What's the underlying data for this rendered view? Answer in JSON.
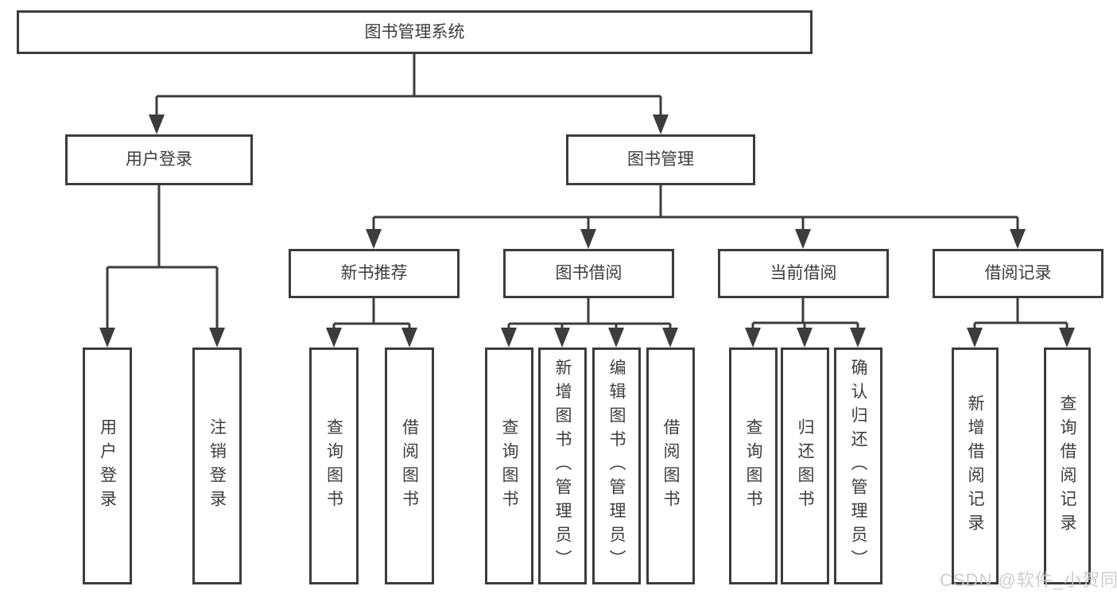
{
  "diagram_type": "functional-structure-tree",
  "tree": {
    "label": "图书管理系统",
    "children": [
      {
        "label": "用户登录",
        "children": [
          {
            "label": "用户登录"
          },
          {
            "label": "注销登录"
          }
        ]
      },
      {
        "label": "图书管理",
        "children": [
          {
            "label": "新书推荐",
            "children": [
              {
                "label": "查询图书"
              },
              {
                "label": "借阅图书"
              }
            ]
          },
          {
            "label": "图书借阅",
            "children": [
              {
                "label": "查询图书"
              },
              {
                "label": "新增图书（管理员）"
              },
              {
                "label": "编辑图书（管理员）"
              },
              {
                "label": "借阅图书"
              }
            ]
          },
          {
            "label": "当前借阅",
            "children": [
              {
                "label": "查询图书"
              },
              {
                "label": "归还图书"
              },
              {
                "label": "确认归还（管理员）"
              }
            ]
          },
          {
            "label": "借阅记录",
            "children": [
              {
                "label": "新增借阅记录"
              },
              {
                "label": "查询借阅记录"
              }
            ]
          }
        ]
      }
    ]
  },
  "watermark": "CSDN @软件_小贺同学",
  "colors": {
    "line": "#3c3c3c",
    "text": "#3d3d3d",
    "background": "#ffffff",
    "watermark": "#c9c9c9"
  }
}
